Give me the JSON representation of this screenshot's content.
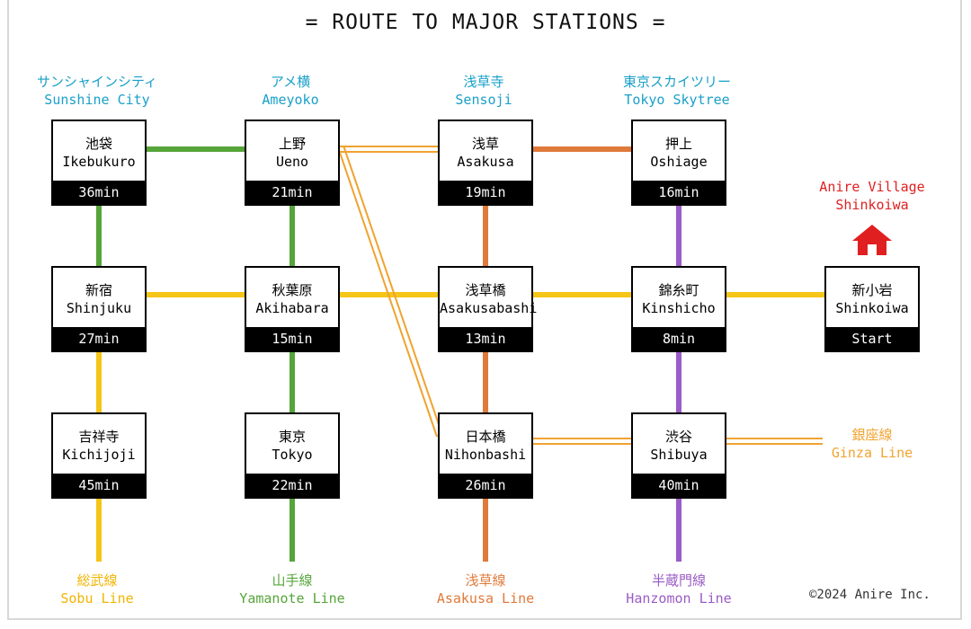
{
  "title": "= ROUTE TO MAJOR STATIONS =",
  "colors": {
    "sobu": "#f5c518",
    "yamanote": "#56a53a",
    "asakusa": "#e07a3a",
    "hanzomon": "#9a5cc6",
    "ginza": "#f0a330",
    "destination": "#1aa0c8",
    "home": "#e02020"
  },
  "destinations": [
    {
      "jp": "サンシャインシティ",
      "en": "Sunshine City"
    },
    {
      "jp": "アメ横",
      "en": "Ameyoko"
    },
    {
      "jp": "浅草寺",
      "en": "Sensoji"
    },
    {
      "jp": "東京スカイツリー",
      "en": "Tokyo Skytree"
    }
  ],
  "home_label": {
    "line1": "Anire Village",
    "line2": "Shinkoiwa"
  },
  "stations": [
    {
      "id": "ikebukuro",
      "jp": "池袋",
      "en": "Ikebukuro",
      "time": "36min"
    },
    {
      "id": "shinjuku",
      "jp": "新宿",
      "en": "Shinjuku",
      "time": "27min"
    },
    {
      "id": "kichijoji",
      "jp": "吉祥寺",
      "en": "Kichijoji",
      "time": "45min"
    },
    {
      "id": "ueno",
      "jp": "上野",
      "en": "Ueno",
      "time": "21min"
    },
    {
      "id": "akihabara",
      "jp": "秋葉原",
      "en": "Akihabara",
      "time": "15min"
    },
    {
      "id": "tokyo",
      "jp": "東京",
      "en": "Tokyo",
      "time": "22min"
    },
    {
      "id": "asakusa",
      "jp": "浅草",
      "en": "Asakusa",
      "time": "19min"
    },
    {
      "id": "asakusabashi",
      "jp": "浅草橋",
      "en": "Asakusabashi",
      "time": "13min"
    },
    {
      "id": "nihonbashi",
      "jp": "日本橋",
      "en": "Nihonbashi",
      "time": "26min"
    },
    {
      "id": "oshiage",
      "jp": "押上",
      "en": "Oshiage",
      "time": "16min"
    },
    {
      "id": "kinshicho",
      "jp": "錦糸町",
      "en": "Kinshicho",
      "time": "8min"
    },
    {
      "id": "shibuya",
      "jp": "渋谷",
      "en": "Shibuya",
      "time": "40min"
    },
    {
      "id": "shinkoiwa",
      "jp": "新小岩",
      "en": "Shinkoiwa",
      "time": "Start"
    }
  ],
  "lines": [
    {
      "jp": "総武線",
      "en": "Sobu Line"
    },
    {
      "jp": "山手線",
      "en": "Yamanote Line"
    },
    {
      "jp": "浅草線",
      "en": "Asakusa Line"
    },
    {
      "jp": "半蔵門線",
      "en": "Hanzomon Line"
    },
    {
      "jp": "銀座線",
      "en": "Ginza Line"
    }
  ],
  "copyright": "©2024 Anire Inc."
}
